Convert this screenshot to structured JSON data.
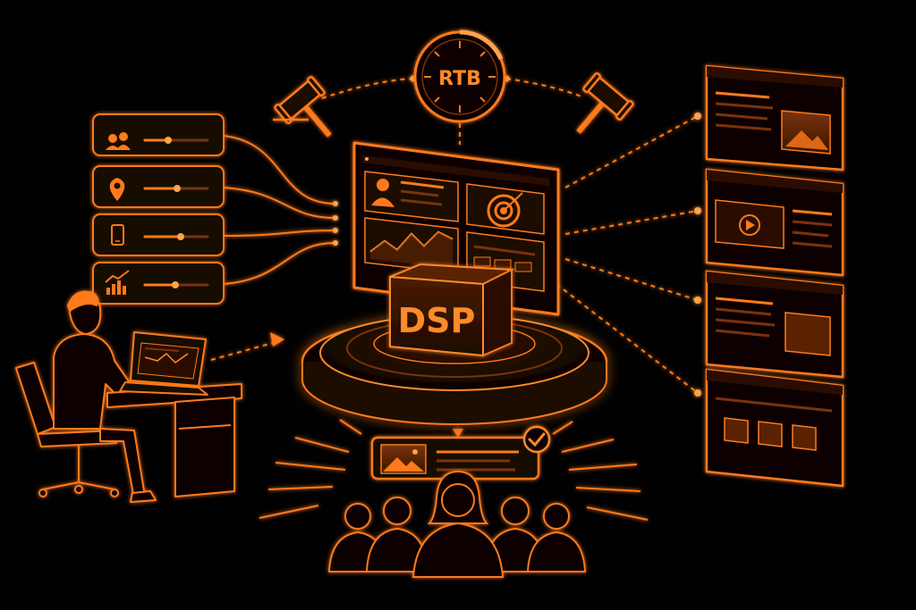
{
  "diagram": {
    "center_label": "DSP",
    "exchange_label": "RTB"
  },
  "colors": {
    "background": "#020101",
    "accent": "#ff7a1a",
    "accent_bright": "#ffa24a",
    "accent_dim": "#7a3308",
    "panel_fill": "#140803"
  },
  "icons": {
    "targeting_sliders": [
      "audience-icon",
      "location-pin-icon",
      "mobile-device-icon",
      "growth-chart-icon"
    ],
    "auction": [
      "gavel-icon",
      "gavel-icon"
    ],
    "publisher_sites": [
      "image-ad-site",
      "video-ad-site",
      "display-ad-site",
      "grid-ad-site"
    ],
    "approval": "checkmark-icon"
  }
}
